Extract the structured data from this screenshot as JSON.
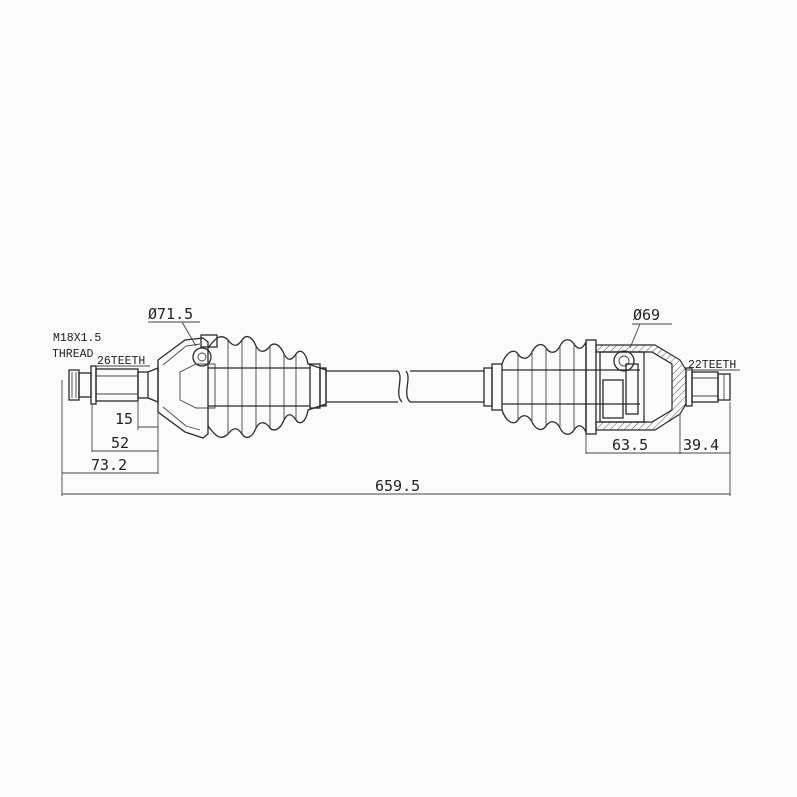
{
  "annotations": {
    "thread_spec": "M18X1.5",
    "thread_word": "THREAD",
    "outer_spline": "26TEETH",
    "inner_spline": "22TEETH",
    "outer_diameter": "Ø71.5",
    "inner_diameter": "Ø69"
  },
  "dimensions": {
    "d1": "15",
    "d2": "52",
    "d3": "73.2",
    "d4": "63.5",
    "d5": "39.4",
    "total": "659.5"
  }
}
